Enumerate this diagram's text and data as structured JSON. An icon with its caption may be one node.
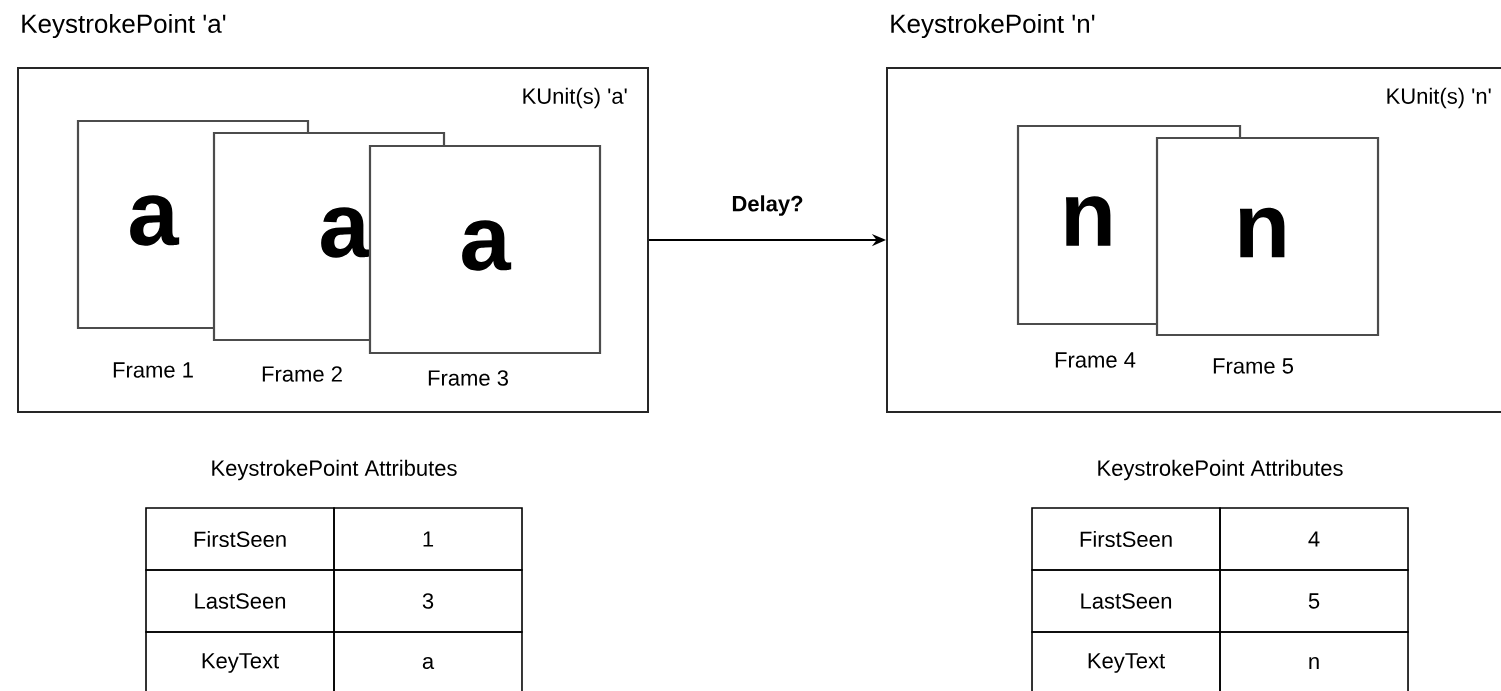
{
  "diagram": {
    "nodes": [
      {
        "text": [
          "KeystrokePoint 'a'",
          "KUnit(s) 'a'"
        ]
      },
      {
        "text": [
          "a"
        ],
        "beside": [
          "Frame 1"
        ],
        "in": 0
      },
      {
        "text": [
          "a"
        ],
        "beside": [
          "Frame 2"
        ],
        "in": 0
      },
      {
        "text": [
          "a"
        ],
        "beside": [
          "Frame 3"
        ],
        "in": 0
      },
      {
        "text": [
          "KeystrokePoint 'n'",
          "KUnit(s) 'n'"
        ]
      },
      {
        "text": [
          "n"
        ],
        "beside": [
          "Frame 4"
        ],
        "in": 4
      },
      {
        "text": [
          "n"
        ],
        "beside": [
          "Frame 5"
        ],
        "in": 4
      }
    ],
    "edges": [
      {
        "from": 0,
        "to": 4,
        "arrow": "to",
        "label": "Delay?"
      }
    ],
    "labels": [
      "KeystrokePoint Attributes",
      "FirstSeen",
      "1",
      "LastSeen",
      "3",
      "KeyText",
      "a",
      "KeystrokePoint Attributes",
      "FirstSeen",
      "4",
      "LastSeen",
      "5",
      "KeyText",
      "n"
    ]
  }
}
